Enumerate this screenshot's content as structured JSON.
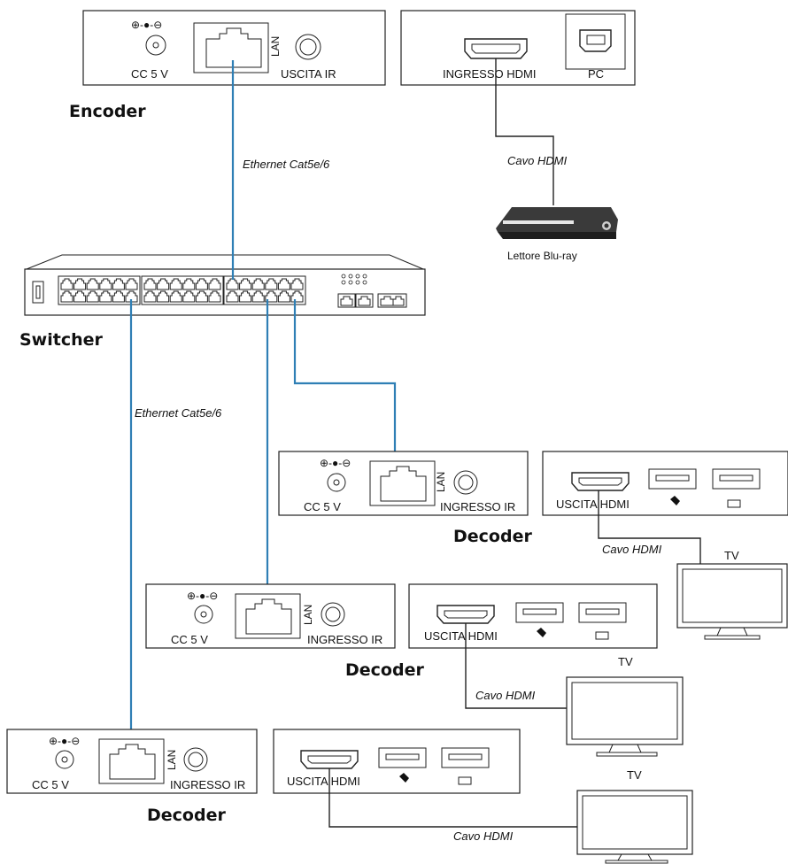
{
  "encoder": {
    "power_symbol": "⊕-●-⊖",
    "power_label": "CC 5 V",
    "lan_label": "LAN",
    "ir_label": "USCITA IR",
    "caption": "Encoder"
  },
  "source_panel": {
    "hdmi_label": "INGRESSO HDMI",
    "pc_label": "PC"
  },
  "bluray": {
    "cable_label": "Cavo HDMI",
    "caption": "Lettore Blu-ray"
  },
  "switcher": {
    "caption": "Switcher"
  },
  "links": {
    "ethernet_top": "Ethernet Cat5e/6",
    "ethernet_mid": "Ethernet Cat5e/6"
  },
  "decoders": [
    {
      "power_symbol": "⊕-●-⊖",
      "power_label": "CC 5 V",
      "lan_label": "LAN",
      "ir_label": "INGRESSO IR",
      "caption": "Decoder",
      "hdmi_label": "USCITA HDMI",
      "cable_label": "Cavo HDMI",
      "tv_label": "TV"
    },
    {
      "power_symbol": "⊕-●-⊖",
      "power_label": "CC 5 V",
      "lan_label": "LAN",
      "ir_label": "INGRESSO IR",
      "caption": "Decoder",
      "hdmi_label": "USCITA HDMI",
      "cable_label": "Cavo HDMI",
      "tv_label": "TV"
    },
    {
      "power_symbol": "⊕-●-⊖",
      "power_label": "CC 5 V",
      "lan_label": "LAN",
      "ir_label": "INGRESSO IR",
      "caption": "Decoder",
      "hdmi_label": "USCITA HDMI",
      "cable_label": "Cavo HDMI",
      "tv_label": "TV"
    }
  ],
  "colors": {
    "ethernet": "#2f7fb5",
    "hdmi": "#222222"
  }
}
